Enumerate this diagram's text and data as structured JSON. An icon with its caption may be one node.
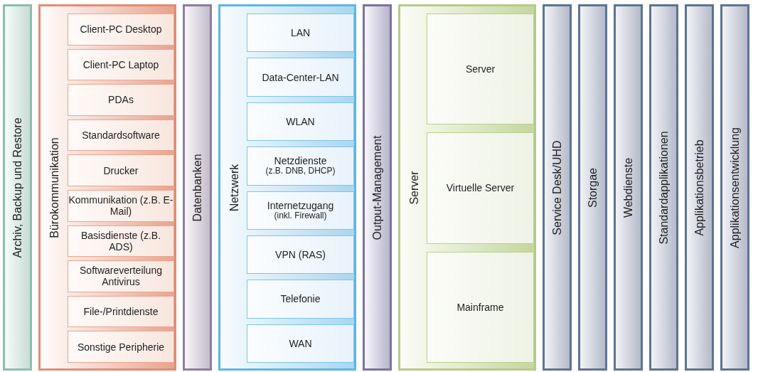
{
  "diagram": {
    "nodes": [
      {
        "text": [
          "Archiv, Backup und Restore"
        ]
      },
      {
        "text": [
          "Bürokommunikation"
        ]
      },
      {
        "text": [
          "Client-PC Desktop"
        ],
        "in": 1
      },
      {
        "text": [
          "Client-PC Laptop"
        ],
        "in": 1
      },
      {
        "text": [
          "PDAs"
        ],
        "in": 1
      },
      {
        "text": [
          "Standardsoftware"
        ],
        "in": 1
      },
      {
        "text": [
          "Drucker"
        ],
        "in": 1
      },
      {
        "text": [
          "Kommunikation (z.B. E-Mail)"
        ],
        "in": 1
      },
      {
        "text": [
          "Basisdienste (z.B. ADS)"
        ],
        "in": 1
      },
      {
        "text": [
          "Softwareverteilung Antivirus"
        ],
        "in": 1
      },
      {
        "text": [
          "File-/Printdienste"
        ],
        "in": 1
      },
      {
        "text": [
          "Sonstige Peripherie"
        ],
        "in": 1
      },
      {
        "text": [
          "Datenbanken"
        ]
      },
      {
        "text": [
          "Netzwerk"
        ]
      },
      {
        "text": [
          "LAN"
        ],
        "in": 13
      },
      {
        "text": [
          "Data-Center-LAN"
        ],
        "in": 13
      },
      {
        "text": [
          "WLAN"
        ],
        "in": 13
      },
      {
        "text": [
          "Netzdienste",
          "(z.B. DNB, DHCP)"
        ],
        "in": 13
      },
      {
        "text": [
          "Internetzugang",
          "(inkl. Firewall)"
        ],
        "in": 13
      },
      {
        "text": [
          "VPN (RAS)"
        ],
        "in": 13
      },
      {
        "text": [
          "Telefonie"
        ],
        "in": 13
      },
      {
        "text": [
          "WAN"
        ],
        "in": 13
      },
      {
        "text": [
          "Output-Management"
        ]
      },
      {
        "text": [
          "Server"
        ]
      },
      {
        "text": [
          "Server"
        ],
        "in": 23
      },
      {
        "text": [
          "Virtuelle Server"
        ],
        "in": 23
      },
      {
        "text": [
          "Mainframe"
        ],
        "in": 23
      },
      {
        "text": [
          "Service Desk/UHD"
        ]
      },
      {
        "text": [
          "Storgae"
        ]
      },
      {
        "text": [
          "Webdienste"
        ]
      },
      {
        "text": [
          "Standardapplikationen"
        ]
      },
      {
        "text": [
          "Applikationsbetrieb"
        ]
      },
      {
        "text": [
          "Applikationsentwicklung"
        ]
      }
    ]
  }
}
